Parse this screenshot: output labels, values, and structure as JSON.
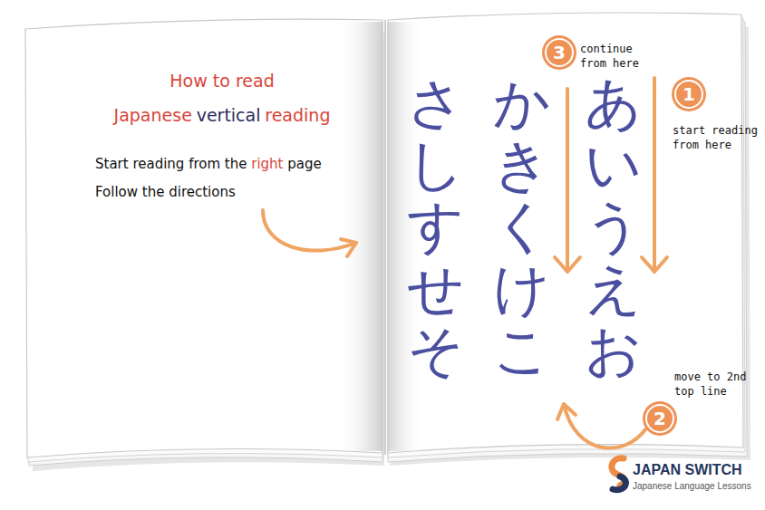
{
  "diagram": {
    "nodes": [
      {
        "text": [
          "1"
        ]
      },
      {
        "text": [
          "2"
        ]
      },
      {
        "text": [
          "3"
        ]
      }
    ],
    "labels": [
      "How to read",
      "Japanese",
      "vertical",
      "reading",
      "Start reading from the",
      "right",
      "page",
      "Follow the directions",
      "あいうえお",
      "かきくけこ",
      "さしすせそ",
      "continue from here",
      "start reading from here",
      "move to 2nd top line",
      "JAPAN SWITCH",
      "Japanese Language Lessons"
    ]
  }
}
